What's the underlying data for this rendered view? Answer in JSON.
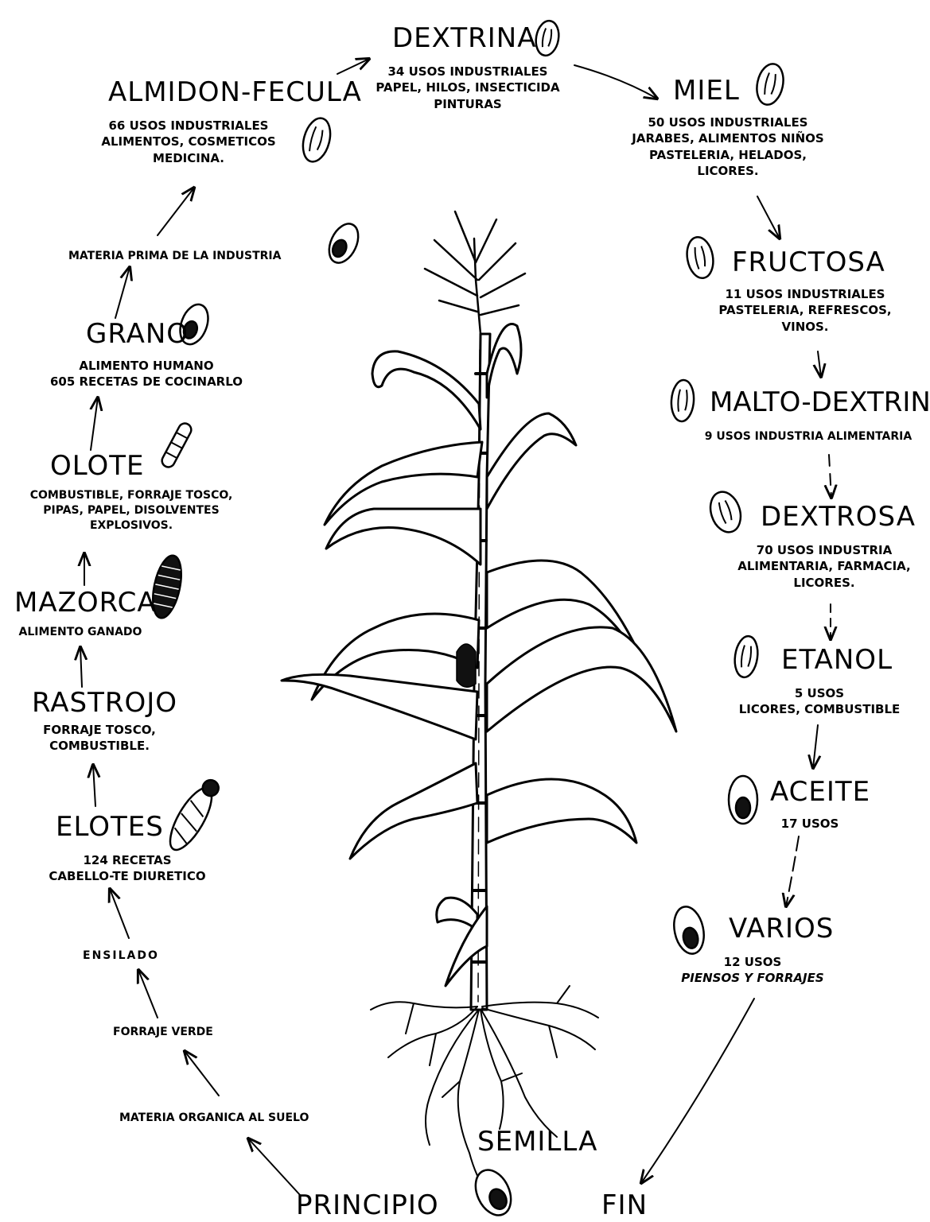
{
  "nodes": {
    "dextrina": {
      "title": "DEXTRINA",
      "lines": [
        "34 USOS INDUSTRIALES",
        "PAPEL, HILOS, INSECTICIDA",
        "PINTURAS"
      ]
    },
    "almidon": {
      "title": "ALMIDON-FECULA",
      "lines": [
        "66 USOS INDUSTRIALES",
        "ALIMENTOS, COSMETICOS",
        "MEDICINA."
      ]
    },
    "miel": {
      "title": "MIEL",
      "lines": [
        "50 USOS INDUSTRIALES",
        "JARABES, ALIMENTOS NIÑOS",
        "PASTELERIA, HELADOS,",
        "LICORES."
      ]
    },
    "fructosa": {
      "title": "FRUCTOSA",
      "lines": [
        "11 USOS INDUSTRIALES",
        "PASTELERIA, REFRESCOS,",
        "VINOS."
      ]
    },
    "maltodextrina": {
      "title": "MALTO-DEXTRINA",
      "lines": [
        "9 USOS INDUSTRIA ALIMENTARIA"
      ]
    },
    "dextrosa": {
      "title": "DEXTROSA",
      "lines": [
        "70 USOS INDUSTRIA",
        "ALIMENTARIA, FARMACIA,",
        "LICORES."
      ]
    },
    "etanol": {
      "title": "ETANOL",
      "lines": [
        "5 USOS",
        "LICORES, COMBUSTIBLE"
      ]
    },
    "aceite": {
      "title": "ACEITE",
      "lines": [
        "17 USOS"
      ]
    },
    "varios": {
      "title": "VARIOS",
      "lines": [
        "12 USOS",
        "PIENSOS Y FORRAJES"
      ]
    },
    "materia_prima": {
      "title": "MATERIA PRIMA DE LA INDUSTRIA"
    },
    "grano": {
      "title": "GRANO",
      "lines": [
        "ALIMENTO HUMANO",
        "605 RECETAS DE COCINARLO"
      ]
    },
    "olote": {
      "title": "OLOTE",
      "lines": [
        "COMBUSTIBLE, FORRAJE TOSCO,",
        "PIPAS, PAPEL, DISOLVENTES",
        "EXPLOSIVOS."
      ]
    },
    "mazorca": {
      "title": "MAZORCA",
      "lines": [
        "ALIMENTO GANADO"
      ]
    },
    "rastrojo": {
      "title": "RASTROJO",
      "lines": [
        "FORRAJE TOSCO,",
        "COMBUSTIBLE."
      ]
    },
    "elotes": {
      "title": "ELOTES",
      "lines": [
        "124 RECETAS",
        "CABELLO-TE DIURETICO"
      ]
    },
    "ensilado": {
      "title": "ENSILADO"
    },
    "forraje_verde": {
      "title": "FORRAJE VERDE"
    },
    "materia_organica": {
      "title": "MATERIA ORGANICA AL SUELO"
    },
    "principio": {
      "title": "PRINCIPIO"
    },
    "semilla": {
      "title": "SEMILLA"
    },
    "fin": {
      "title": "FIN"
    }
  }
}
